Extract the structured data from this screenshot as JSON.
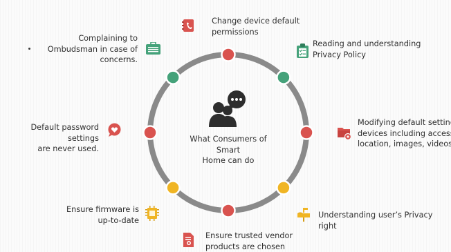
{
  "diagram": {
    "center_label": "What Consumers of Smart\nHome can do",
    "colors": {
      "ring": "#8a8a8a",
      "red": "#d9534f",
      "green": "#45a27a",
      "yellow": "#f0b524",
      "icon_dark": "#2d2d2d"
    },
    "items": [
      {
        "text": "Change device default\npermissions",
        "icon": "contacts-book-icon",
        "node_color": "red"
      },
      {
        "text": "Reading and understanding\nPrivacy Policy",
        "icon": "clipboard-checklist-icon",
        "node_color": "green"
      },
      {
        "text": "Modifying default settings\ndevices including access to\nlocation, images, videos, e",
        "icon": "folder-settings-icon",
        "node_color": "red"
      },
      {
        "text": "Understanding user’s Privacy right",
        "icon": "mailbox-icon",
        "node_color": "yellow"
      },
      {
        "text": "Ensure trusted vendor\nproducts are chosen",
        "icon": "certified-document-icon",
        "node_color": "red"
      },
      {
        "text": "Ensure firmware is\nup-to-date",
        "icon": "firmware-chip-icon",
        "node_color": "yellow"
      },
      {
        "text": "Default password settings\nare never used.",
        "icon": "heart-chat-icon",
        "node_color": "red"
      },
      {
        "text": "Complaining to\nOmbudsman in case of\nconcerns.",
        "icon": "briefcase-icon",
        "node_color": "green"
      }
    ]
  }
}
